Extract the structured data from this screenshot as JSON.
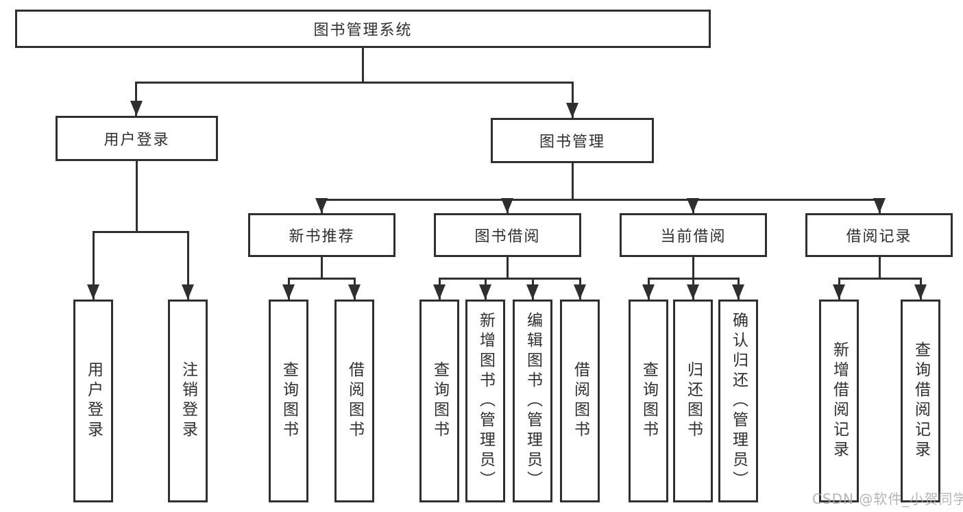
{
  "colors": {
    "line": "#2f2f2f",
    "text": "#2f2f2f",
    "background": "#ffffff",
    "watermark": "#a8a8a8"
  },
  "watermark": {
    "text": "CSDN @软件_小贺同学"
  },
  "tree": {
    "root": {
      "label": "图书管理系统"
    },
    "branches": [
      {
        "label": "用户登录",
        "children": [
          {
            "label": "用户登录"
          },
          {
            "label": "注销登录"
          }
        ]
      },
      {
        "label": "图书管理",
        "children": [
          {
            "label": "新书推荐",
            "children": [
              {
                "label": "查询图书"
              },
              {
                "label": "借阅图书"
              }
            ]
          },
          {
            "label": "图书借阅",
            "children": [
              {
                "label": "查询图书"
              },
              {
                "label": "新增图书（管理员）"
              },
              {
                "label": "编辑图书（管理员）"
              },
              {
                "label": "借阅图书"
              }
            ]
          },
          {
            "label": "当前借阅",
            "children": [
              {
                "label": "查询图书"
              },
              {
                "label": "归还图书"
              },
              {
                "label": "确认归还（管理员）"
              }
            ]
          },
          {
            "label": "借阅记录",
            "children": [
              {
                "label": "新增借阅记录"
              },
              {
                "label": "查询借阅记录"
              }
            ]
          }
        ]
      }
    ]
  }
}
